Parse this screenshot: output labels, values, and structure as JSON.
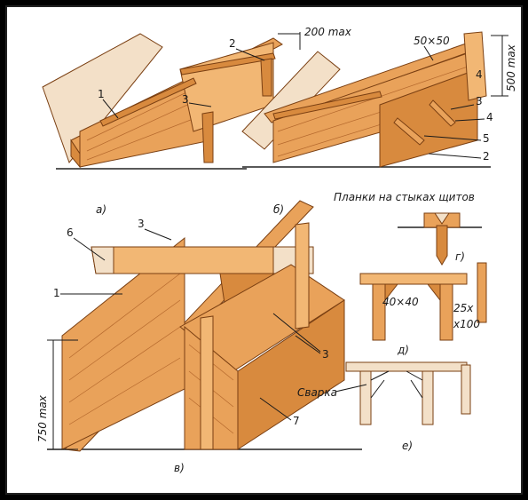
{
  "labels": {
    "dim_top": "200 max",
    "dim_section": "50×50",
    "dim_height": "500 max",
    "dim_height_c": "750 max",
    "dim_d": "40×40",
    "dim_d2": "25х",
    "dim_d3": "х100",
    "caption": "Планки на стыках щитов",
    "weld": "Сварка",
    "a": "а)",
    "b": "б)",
    "v": "в)",
    "g": "г)",
    "d": "д)",
    "e": "е)",
    "n1": "1",
    "n2": "2",
    "n3": "3",
    "n3b": "3",
    "n3c": "3",
    "n3d": "3",
    "n4": "4",
    "n5": "5",
    "n2b": "2",
    "n6": "6",
    "n1c": "1",
    "n7": "7"
  }
}
